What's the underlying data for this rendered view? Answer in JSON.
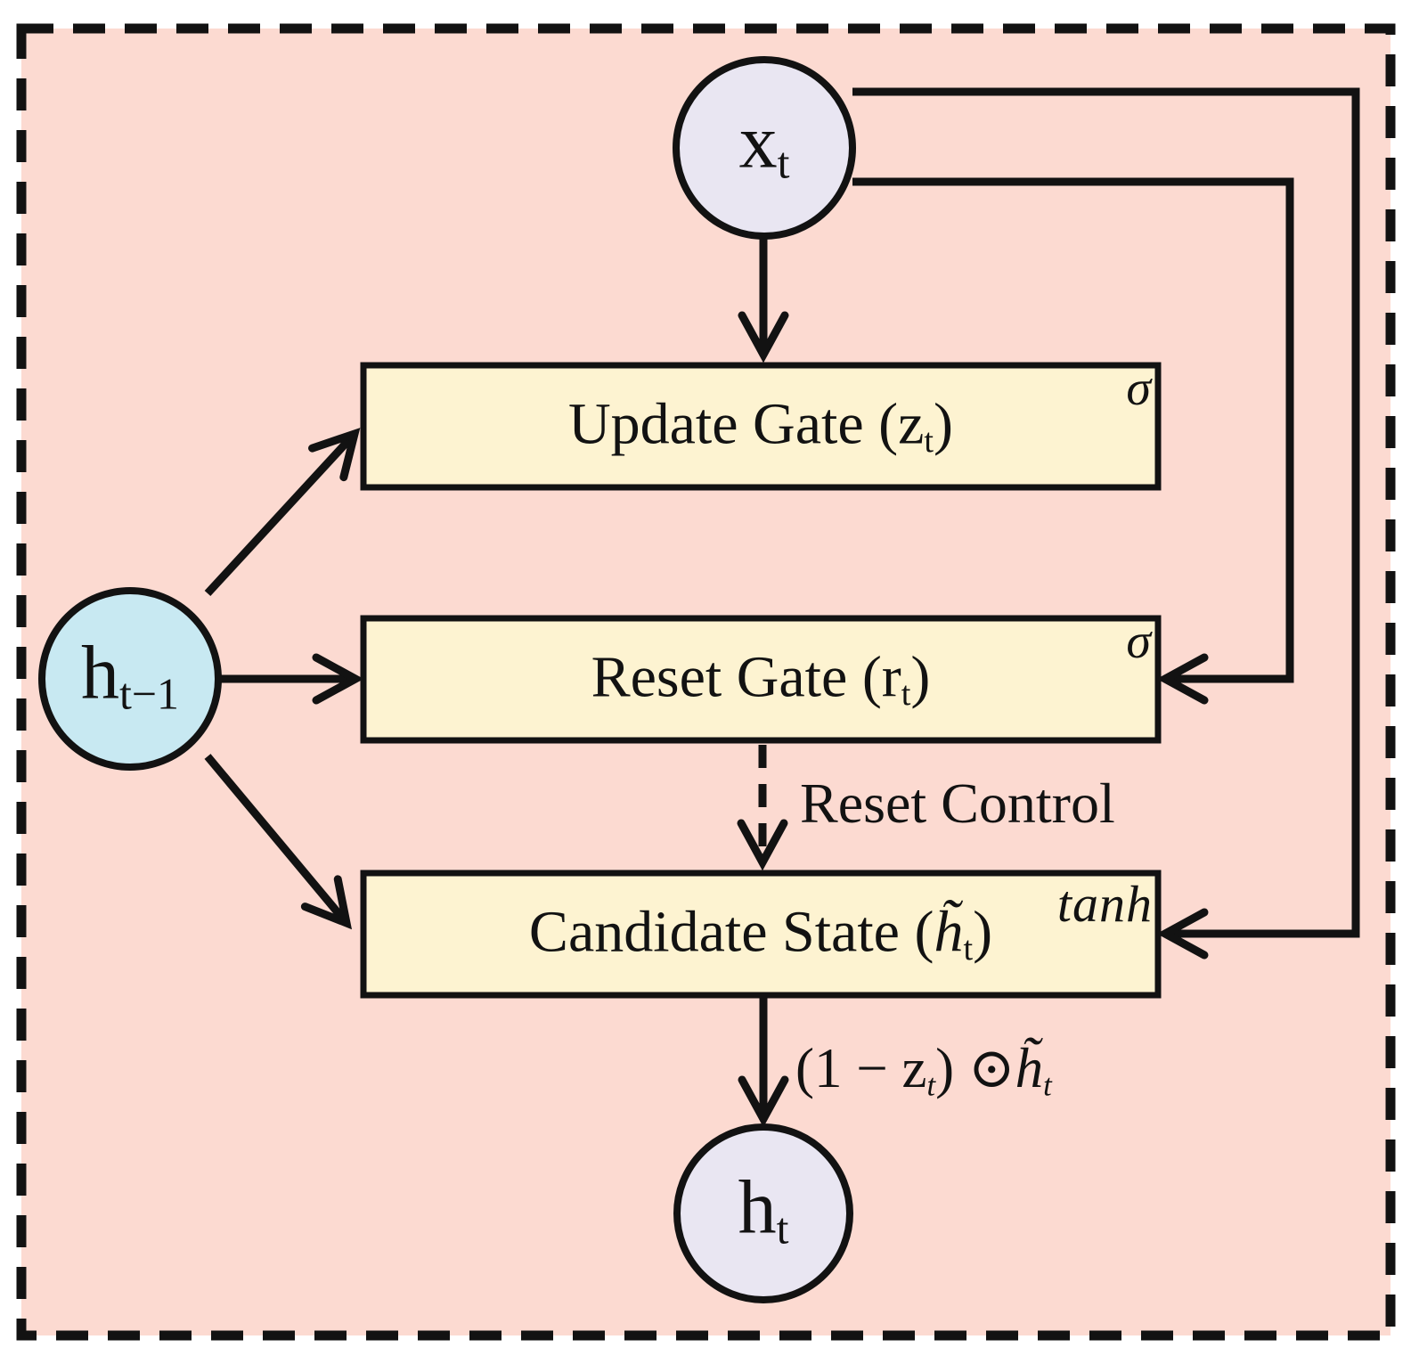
{
  "colors": {
    "panel": "#fcdad1",
    "box": "#fdf3d1",
    "io_node": "#e9e6f2",
    "hidden_node": "#c8e9f2",
    "line": "#121212"
  },
  "nodes": {
    "input": {
      "base": "x",
      "sub": "t"
    },
    "prev_hidden": {
      "base": "h",
      "sub": "t−1"
    },
    "output": {
      "base": "h",
      "sub": "t"
    },
    "update_gate": {
      "pre": "Update Gate (z",
      "sub": "t",
      "post": ")",
      "activation": "σ"
    },
    "reset_gate": {
      "pre": "Reset Gate (r",
      "sub": "t",
      "post": ")",
      "activation": "σ"
    },
    "candidate_state": {
      "pre": "Candidate State (",
      "var": "h̃",
      "sub": "t",
      "post": ")",
      "activation": "tanh"
    }
  },
  "edge_labels": {
    "reset_control": "Reset Control",
    "output_formula": {
      "p1": "(1 − z",
      "sub1": "t",
      "p2": ") ⊙",
      "var": "h̃",
      "sub2": "t"
    }
  }
}
